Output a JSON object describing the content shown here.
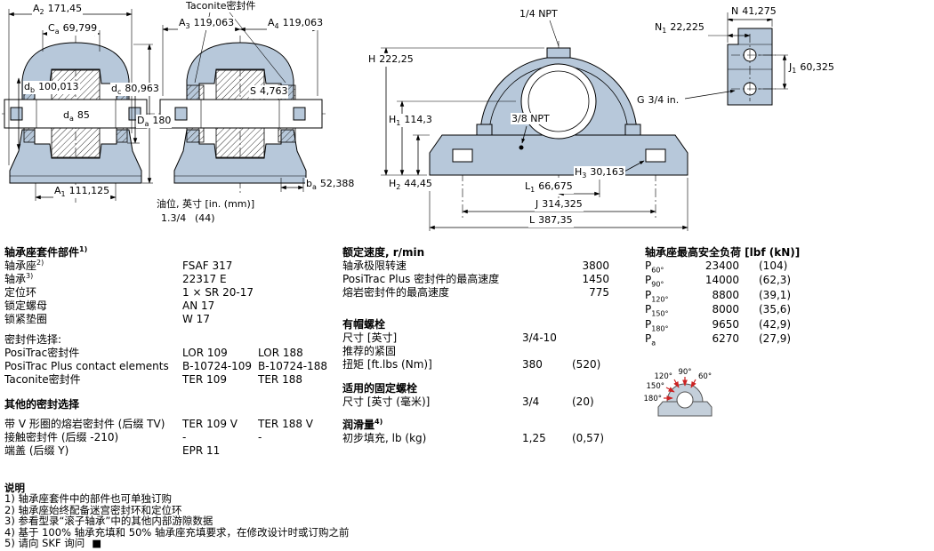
{
  "drawings": {
    "d1": {
      "A2": {
        "base": "A",
        "sub": "2",
        "val": "171,45"
      },
      "Ca": {
        "base": "C",
        "sub": "a",
        "val": "69,799"
      },
      "db": {
        "base": "d",
        "sub": "b",
        "val": "100,013"
      },
      "dc": {
        "base": "d",
        "sub": "c",
        "val": "80,963"
      },
      "da": {
        "base": "d",
        "sub": "a",
        "val": "85"
      },
      "Da": {
        "base": "D",
        "sub": "a",
        "val": "180"
      },
      "A1": {
        "base": "A",
        "sub": "1",
        "val": "111,125"
      }
    },
    "d2": {
      "title": "Taconite密封件",
      "A3": {
        "base": "A",
        "sub": "3",
        "val": "119,063"
      },
      "A4": {
        "base": "A",
        "sub": "4",
        "val": "119,063"
      },
      "S": {
        "base": "S",
        "sub": "",
        "val": "4,763"
      },
      "ba": {
        "base": "b",
        "sub": "a",
        "val": "52,388"
      },
      "oil_label": "油位, 英寸 [in. (mm)]",
      "oil_v1": "1.3/4",
      "oil_v2": "(44)"
    },
    "d3": {
      "npt_top": "1/4 NPT",
      "npt_side": "3/8 NPT",
      "H": {
        "base": "H",
        "sub": "",
        "val": "222,25"
      },
      "H1": {
        "base": "H",
        "sub": "1",
        "val": "114,3"
      },
      "H2": {
        "base": "H",
        "sub": "2",
        "val": "44,45"
      },
      "H3": {
        "base": "H",
        "sub": "3",
        "val": "30,163"
      },
      "L1": {
        "base": "L",
        "sub": "1",
        "val": "66,675"
      },
      "J": {
        "base": "J",
        "sub": "",
        "val": "314,325"
      },
      "L": {
        "base": "L",
        "sub": "",
        "val": "387,35"
      }
    },
    "d4": {
      "N": {
        "base": "N",
        "sub": "",
        "val": "41,275"
      },
      "N1": {
        "base": "N",
        "sub": "1",
        "val": "22,225"
      },
      "J1": {
        "base": "J",
        "sub": "1",
        "val": "60,325"
      },
      "G": {
        "base": "G",
        "sub": "",
        "val": "3/4 in."
      }
    }
  },
  "parts": {
    "header": {
      "text": "轴承座套件部件",
      "sup": "1)"
    },
    "rows": [
      {
        "label": "轴承座",
        "sup": "2)",
        "v1": "FSAF 317"
      },
      {
        "label": "轴承",
        "sup": "3)",
        "v1": "22317 E"
      },
      {
        "label": "定位环",
        "sup": "",
        "v1": "1 × SR 20-17"
      },
      {
        "label": "锁定螺母",
        "sup": "",
        "v1": "AN 17"
      },
      {
        "label": "锁紧垫圈",
        "sup": "",
        "v1": "W 17"
      }
    ],
    "seal_header": "密封件选择:",
    "seal_rows": [
      {
        "label": "PosiTrac密封件",
        "v1": "LOR 109",
        "v2": "LOR 188"
      },
      {
        "label": "PosiTrac Plus contact elements",
        "v1": "B-10724-109",
        "v2": "B-10724-188"
      },
      {
        "label": "Taconite密封件",
        "v1": "TER 109",
        "v2": "TER 188"
      }
    ],
    "other_header": "其他的密封选择",
    "other_rows": [
      {
        "label": "带 V 形圈的熔岩密封件 (后缀 TV)",
        "v1": "TER 109 V",
        "v2": "TER 188 V"
      },
      {
        "label": "接触密封件 (后缀 -210)",
        "v1": "-",
        "v2": "-"
      },
      {
        "label": "端盖 (后缀 Y)",
        "v1": "EPR 11",
        "v2": ""
      }
    ]
  },
  "speeds": {
    "header": "额定速度, r/min",
    "rows": [
      {
        "label": "轴承极限转速",
        "v": "3800"
      },
      {
        "label": "PosiTrac Plus 密封件的最高速度",
        "v": "1450"
      },
      {
        "label": "熔岩密封件的最高速度",
        "v": "775"
      }
    ]
  },
  "cap_bolts": {
    "header": "有帽螺栓",
    "size_label": "尺寸 [英寸]",
    "size_v": "3/4-10",
    "rec_label": "推荐的紧固",
    "torque_label": "扭矩 [ft.lbs (Nm)]",
    "torque_v1": "380",
    "torque_v2": "(520)"
  },
  "fix_bolts": {
    "header": "适用的固定螺栓",
    "size_label": "尺寸 [英寸 (毫米)]",
    "v1": "3/4",
    "v2": "(20)"
  },
  "grease": {
    "header": {
      "text": "润滑量",
      "sup": "4)"
    },
    "row_label": "初步填充, lb (kg)",
    "v1": "1,25",
    "v2": "(0,57)"
  },
  "loads": {
    "header": "轴承座最高安全负荷 [lbf (kN)]",
    "rows": [
      {
        "base": "P",
        "sub": "60°",
        "v1": "23400",
        "v2": "(104)"
      },
      {
        "base": "P",
        "sub": "90°",
        "v1": "14000",
        "v2": "(62,3)"
      },
      {
        "base": "P",
        "sub": "120°",
        "v1": "8800",
        "v2": "(39,1)"
      },
      {
        "base": "P",
        "sub": "150°",
        "v1": "8000",
        "v2": "(35,6)"
      },
      {
        "base": "P",
        "sub": "180°",
        "v1": "9650",
        "v2": "(42,9)"
      },
      {
        "base": "P",
        "sub": "a",
        "v1": "6270",
        "v2": "(27,9)"
      }
    ],
    "angles": [
      "180°",
      "150°",
      "120°",
      "90°",
      "60°"
    ]
  },
  "notes": {
    "header": "说明",
    "items": [
      "1) 轴承座套件中的部件也可单独订购",
      "2) 轴承座始终配备迷宫密封环和定位环",
      "3) 参看型录“滚子轴承”中的其他内部游隙数据",
      "4) 基于 100% 轴承充填和 50% 轴承座充填要求，在修改设计时或订购之前",
      "5) 请向 SKF 询问"
    ],
    "end_marker": "■"
  }
}
